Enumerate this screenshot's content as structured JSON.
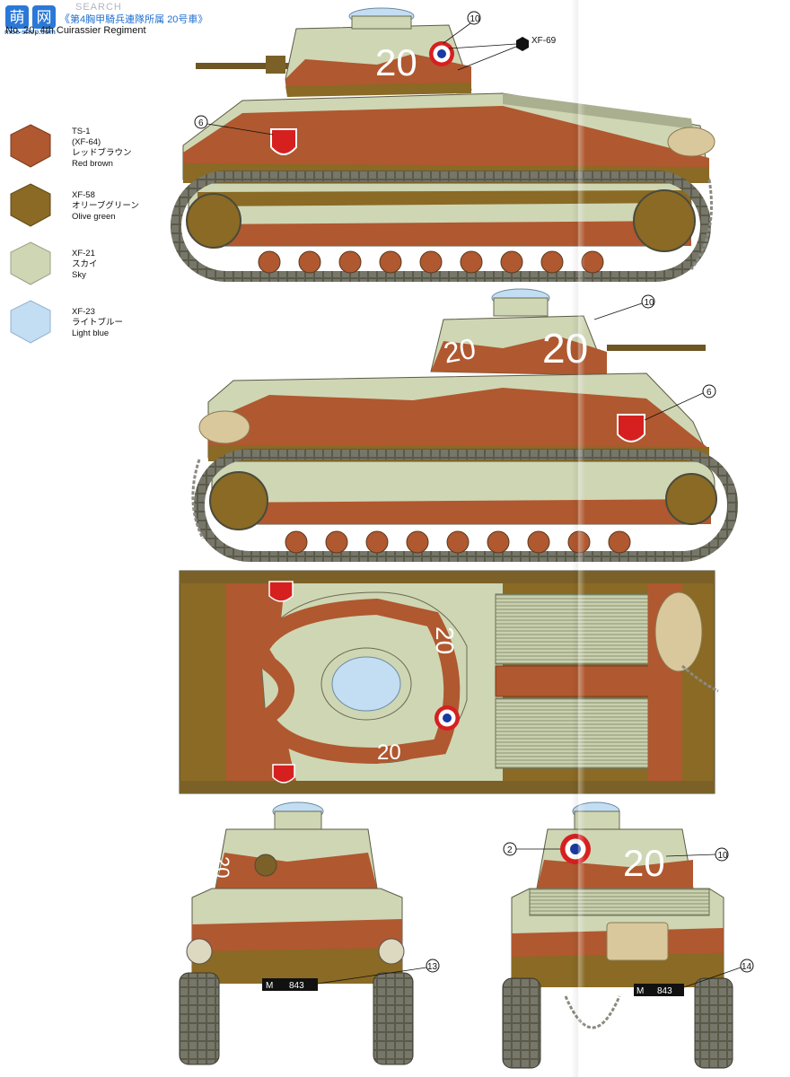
{
  "header": {
    "watermark_text": "SEARCH",
    "watermark_url": "moe-shop.com",
    "title_jp": "第4胸甲騎兵連隊所属 20号車》",
    "title_en": "No. 20, 4th Cuirassier Regiment"
  },
  "legend": [
    {
      "code": "TS-1",
      "code2": "(XF-64)",
      "jp": "レッドブラウン",
      "en": "Red brown",
      "color": "#b0582f"
    },
    {
      "code": "XF-58",
      "code2": "",
      "jp": "オリーブグリーン",
      "en": "Olive green",
      "color": "#8a6a24"
    },
    {
      "code": "XF-21",
      "code2": "",
      "jp": "スカイ",
      "en": "Sky",
      "color": "#cfd6b4"
    },
    {
      "code": "XF-23",
      "code2": "",
      "jp": "ライトブルー",
      "en": "Light blue",
      "color": "#c3ddf2"
    }
  ],
  "callouts": {
    "c10": "10",
    "c6": "6",
    "c2": "2",
    "c13": "13",
    "c14": "14",
    "xf69": "XF-69"
  },
  "markings": {
    "tank_number": "20",
    "plate": "843",
    "plate_prefix": "M"
  },
  "colors": {
    "red_brown": "#b0582f",
    "olive": "#8a6a24",
    "sky": "#cfd6b4",
    "light_blue": "#c3ddf2",
    "track": "#4a4a3c"
  }
}
